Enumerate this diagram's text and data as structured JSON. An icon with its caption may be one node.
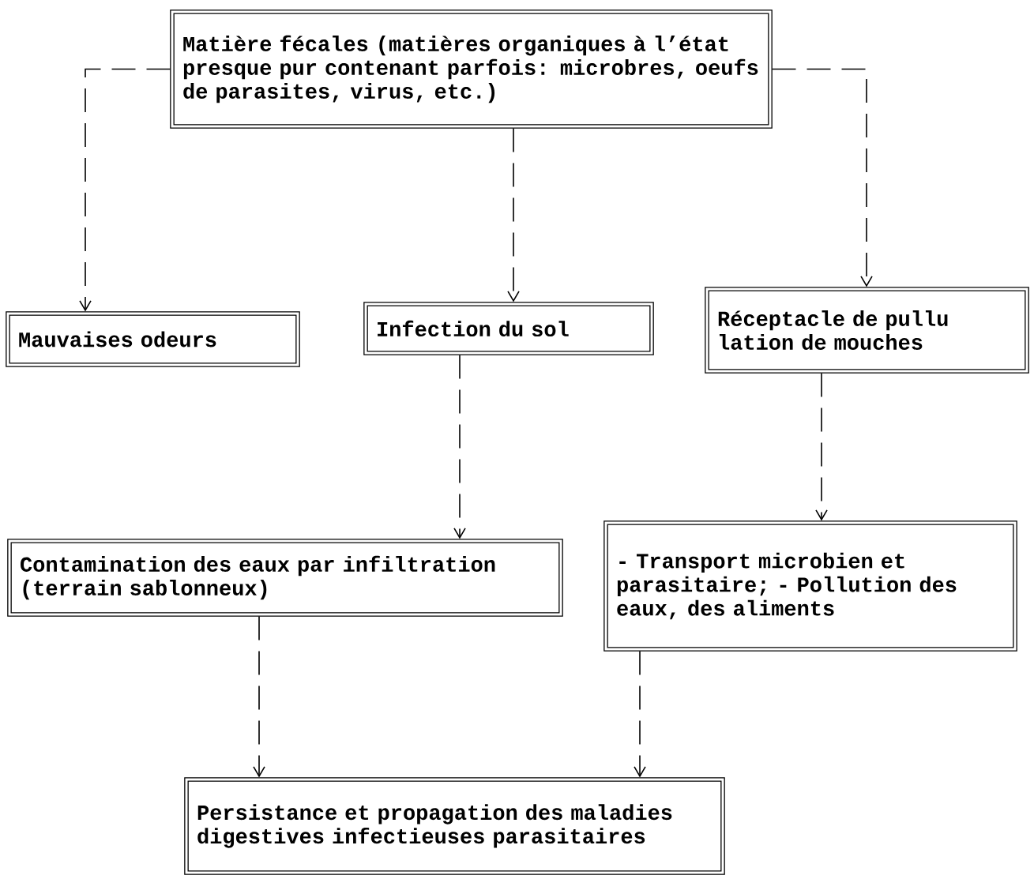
{
  "diagram": {
    "nodes": [
      {
        "text": [
          "Matière fécales (matières organiques à l’état presque pur contenant parfois: microbres, oeufs de parasites, virus, etc.)"
        ]
      },
      {
        "text": [
          "Mauvaises odeurs"
        ]
      },
      {
        "text": [
          "Infection du sol"
        ]
      },
      {
        "text": [
          "Réceptacle de pullu lation de mouches"
        ]
      },
      {
        "text": [
          "Contamination des eaux par infiltration (terrain sablonneux)"
        ]
      },
      {
        "text": [
          "- Transport microbien et parasitaire; - Pollution des eaux, des aliments"
        ]
      },
      {
        "text": [
          "Persistance et propagation des maladies digestives infectieuses parasitaires"
        ]
      }
    ],
    "edges": [
      {
        "from": 0,
        "to": 1,
        "arrow": "to",
        "style": "dashed"
      },
      {
        "from": 0,
        "to": 2,
        "arrow": "to",
        "style": "dashed"
      },
      {
        "from": 0,
        "to": 3,
        "arrow": "to",
        "style": "dashed"
      },
      {
        "from": 2,
        "to": 4,
        "arrow": "to",
        "style": "dashed"
      },
      {
        "from": 3,
        "to": 5,
        "arrow": "to",
        "style": "dashed"
      },
      {
        "from": 4,
        "to": 6,
        "arrow": "to",
        "style": "dashed"
      },
      {
        "from": 5,
        "to": 6,
        "arrow": "to",
        "style": "dashed"
      }
    ]
  }
}
